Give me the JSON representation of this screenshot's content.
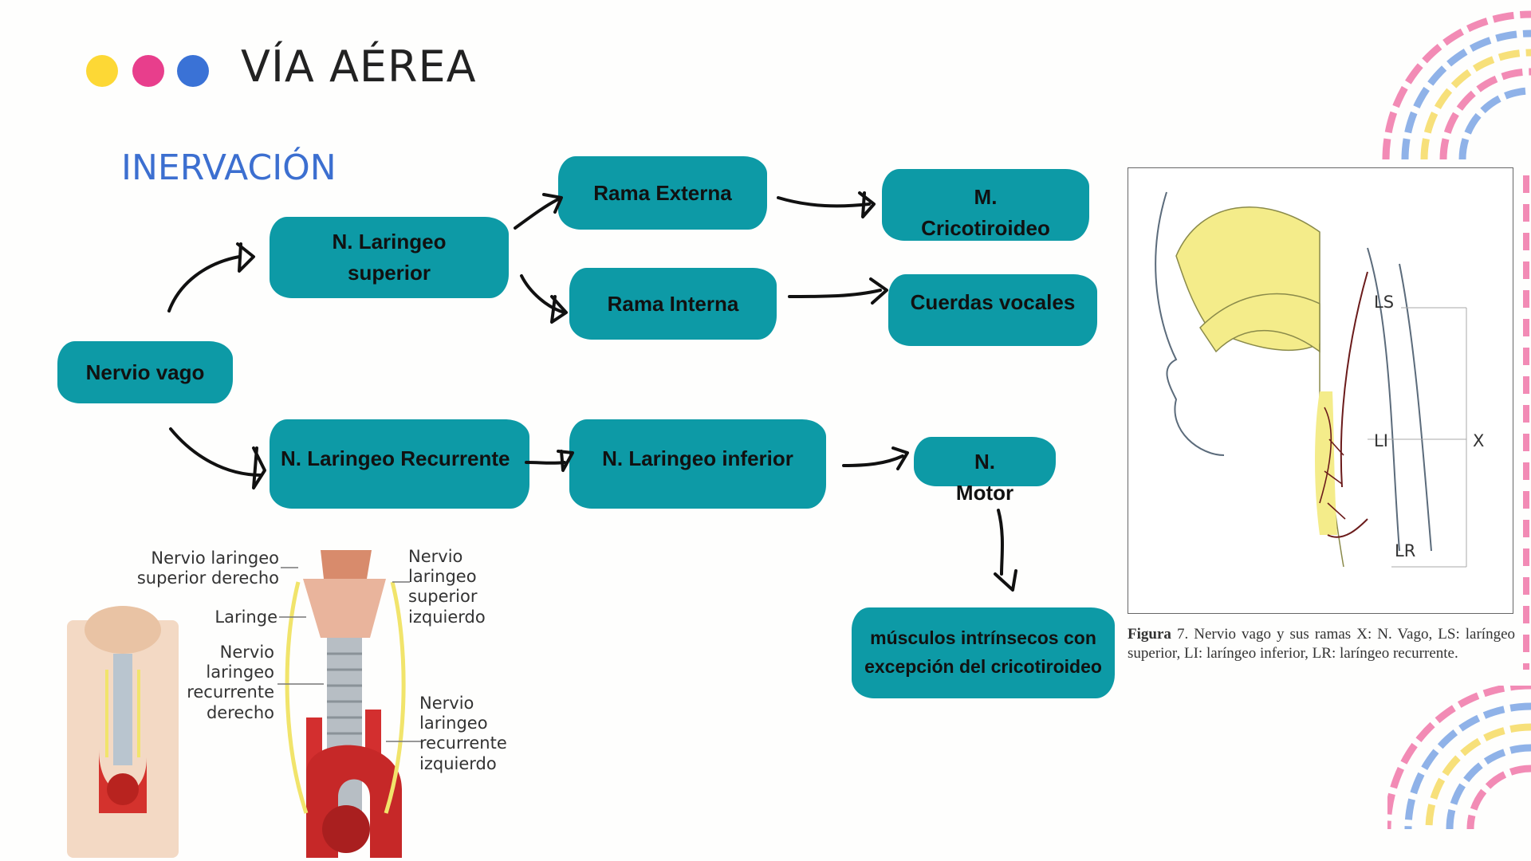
{
  "header": {
    "title": "VÍA AÉREA",
    "subtitle": "INERVACIÓN",
    "dots": [
      "#fdd835",
      "#e83e8c",
      "#3a72d6"
    ]
  },
  "colors": {
    "box": "#0d9aa6",
    "accent_blue": "#3c6fd0",
    "deco_pink": "#f28bb5",
    "deco_blue": "#8fb2e8",
    "deco_yellow": "#f7e07a"
  },
  "flow": {
    "vago": "Nervio vago",
    "laringeo_superior": "N. Laringeo superior",
    "rama_externa": "Rama Externa",
    "rama_interna": "Rama Interna",
    "cricotiroideo": "M. Cricotiroideo",
    "cuerdas": "Cuerdas vocales",
    "recurrente": "N. Laringeo Recurrente",
    "inferior": "N. Laringeo inferior",
    "motor": "N. Motor",
    "musculos": "músculos intrínsecos con excepción del cricotiroideo"
  },
  "anatomy": {
    "sup_der": "Nervio laringeo superior derecho",
    "laringe": "Laringe",
    "rec_der": "Nervio laringeo recurrente derecho",
    "sup_izq": "Nervio laringeo superior izquierdo",
    "rec_izq": "Nervio laringeo recurrente izquierdo"
  },
  "figure": {
    "labels": {
      "ls": "LS",
      "li": "LI",
      "lr": "LR",
      "x": "X"
    },
    "caption_label": "Figura",
    "caption_number": "7",
    "caption_text": ". Nervio vago y sus ramas X: N. Vago, LS: laríngeo superior, LI: laríngeo inferior, LR: laríngeo recurrente."
  }
}
